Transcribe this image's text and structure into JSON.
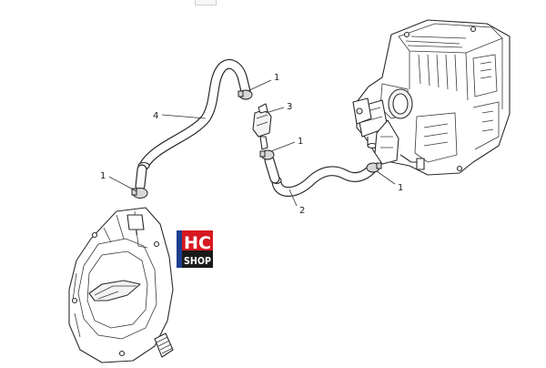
{
  "diagram": {
    "callouts": [
      {
        "id": "c-hose-4",
        "label": "4"
      },
      {
        "id": "c-clamp-top",
        "label": "1"
      },
      {
        "id": "c-valve-3",
        "label": "3"
      },
      {
        "id": "c-clamp-mid",
        "label": "1"
      },
      {
        "id": "c-clamp-left",
        "label": "1"
      },
      {
        "id": "c-hose-2",
        "label": "2"
      },
      {
        "id": "c-clamp-right",
        "label": "1"
      }
    ]
  },
  "watermark": {
    "line1": "HC",
    "line2": "SHOP",
    "colors": {
      "top": "#d71920",
      "bottom": "#1a1a1a",
      "side": "#1d3f8f"
    }
  }
}
